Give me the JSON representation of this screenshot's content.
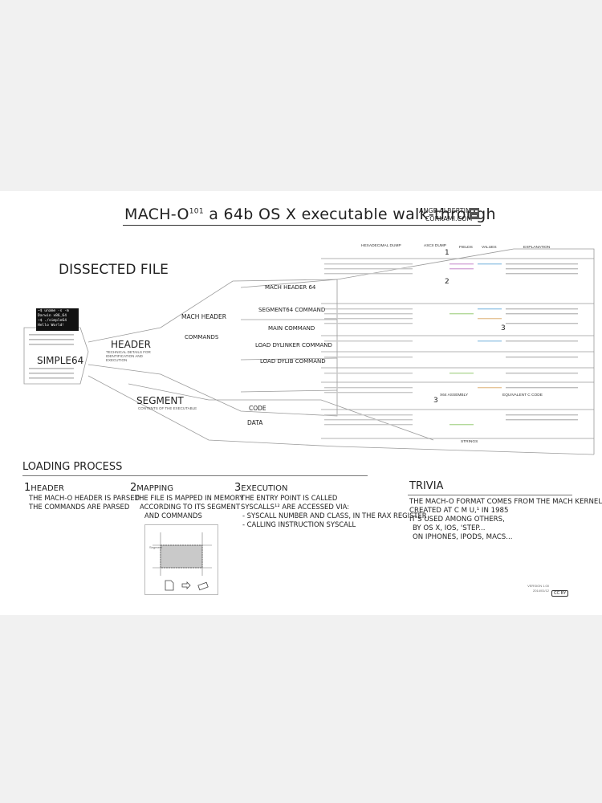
{
  "header": {
    "title_main": "MACH-O",
    "title_sup": "101",
    "title_rest": "a 64b OS X executable walk-through",
    "author_name": "ANGE ALBERTINI",
    "author_site": "CORKAMI.COM"
  },
  "dissected": {
    "title": "DISSECTED FILE",
    "terminal_lines": [
      "~$ uname -s -m",
      "Darwin x86_64",
      "~$ ./simple64",
      "Hello World!"
    ],
    "file_label": "SIMPLE64",
    "header_label": "HEADER",
    "header_sub": "TECHNICAL DETAILS FOR IDENTIFICATION AND EXECUTION",
    "mach_header_label": "MACH HEADER",
    "commands_label": "COMMANDS",
    "segment_label": "SEGMENT",
    "segment_sub": "CONTENTS OF THE EXECUTABLE",
    "code_label": "CODE",
    "data_label": "DATA",
    "structures": [
      "MACH HEADER 64",
      "SEGMENT64 COMMAND",
      "MAIN COMMAND",
      "LOAD DYLINKER COMMAND",
      "LOAD DYLIB COMMAND"
    ],
    "col_headers": [
      "HEXADECIMAL DUMP",
      "ASCII DUMP",
      "FIELDS",
      "VALUES",
      "EXPLANATION"
    ],
    "asm_header": "X64 ASSEMBLY",
    "c_header": "EQUIVALENT C CODE",
    "strings_label": "STRINGS",
    "markers": [
      "1",
      "2",
      "3",
      "3"
    ]
  },
  "loading": {
    "title": "LOADING PROCESS",
    "steps": [
      {
        "num": "1",
        "head": "HEADER",
        "lines": [
          "THE MACH-O HEADER IS PARSED",
          "THE COMMANDS ARE PARSED"
        ]
      },
      {
        "num": "2",
        "head": "MAPPING",
        "lines": [
          "THE FILE IS MAPPED IN MEMORY",
          "ACCORDING TO ITS SEGMENT",
          "AND COMMANDS"
        ]
      },
      {
        "num": "3",
        "head": "EXECUTION",
        "lines": [
          "THE ENTRY POINT IS CALLED",
          "",
          "SYSCALLS¹² ARE ACCESSED VIA:",
          "- SYSCALL NUMBER AND CLASS, IN THE RAX REGISTER",
          "- CALLING INSTRUCTION SYSCALL"
        ]
      }
    ],
    "diagram_label": "Segment"
  },
  "trivia": {
    "title": "TRIVIA",
    "lines": [
      "THE MACH-O FORMAT COMES FROM THE MACH KERNEL,",
      "CREATED AT C M U,¹ IN 1985",
      "",
      "IT'S USED AMONG OTHERS,",
      "BY OS X, IOS, 'STEP...",
      "ON IPHONES, IPODS, MACS..."
    ]
  },
  "footer": {
    "version": "VERSION 1.00",
    "date": "2014/01/12",
    "license": "CC BY"
  }
}
